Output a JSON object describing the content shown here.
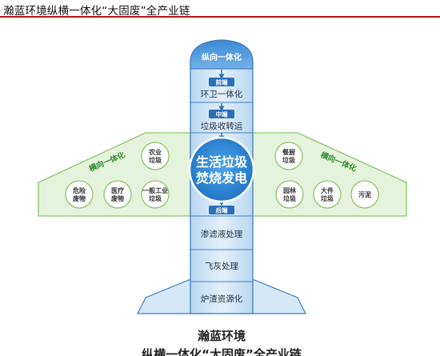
{
  "header": {
    "title": "瀚蓝环境纵横一体化“大固废”全产业链"
  },
  "fuselage": {
    "top_label": "纵向一体化",
    "stages": [
      {
        "tag": "前端",
        "label": "环卫一体化"
      },
      {
        "tag": "中端",
        "label": "垃圾收转运"
      }
    ],
    "core": {
      "line1": "生活垃圾",
      "line2": "焚烧发电"
    },
    "back_tag": "后端",
    "back_items": [
      "渗滤液处理",
      "飞灰处理",
      "炉渣资源化"
    ]
  },
  "left_wing": {
    "label": "横向一体化",
    "items": [
      {
        "line1": "农业",
        "line2": "垃圾"
      },
      {
        "line1": "危险",
        "line2": "废物"
      },
      {
        "line1": "医疗",
        "line2": "废物"
      },
      {
        "line1": "一般工业",
        "line2": "垃圾"
      }
    ]
  },
  "right_wing": {
    "label": "横向一体化",
    "items": [
      {
        "line1": "餐厨",
        "line2": "垃圾"
      },
      {
        "line1": "园林",
        "line2": "垃圾"
      },
      {
        "line1": "大件",
        "line2": "垃圾"
      },
      {
        "line1": "污泥",
        "line2": ""
      }
    ]
  },
  "footer": {
    "line1": "瀚蓝环境",
    "line2": "纵横一体化“大固废”全产业链"
  },
  "colors": {
    "wing_fill": "#e6f3dc",
    "wing_stroke": "#8cc56b",
    "wing_text": "#2e8a2a",
    "body_fill": "#cfe4f6",
    "body_stroke": "#3f7fc2",
    "arrow": "#2c6fb7",
    "tag_fill": "#2c6fb7",
    "core_fill": "#2f88d6",
    "rule": "#b5121b"
  }
}
